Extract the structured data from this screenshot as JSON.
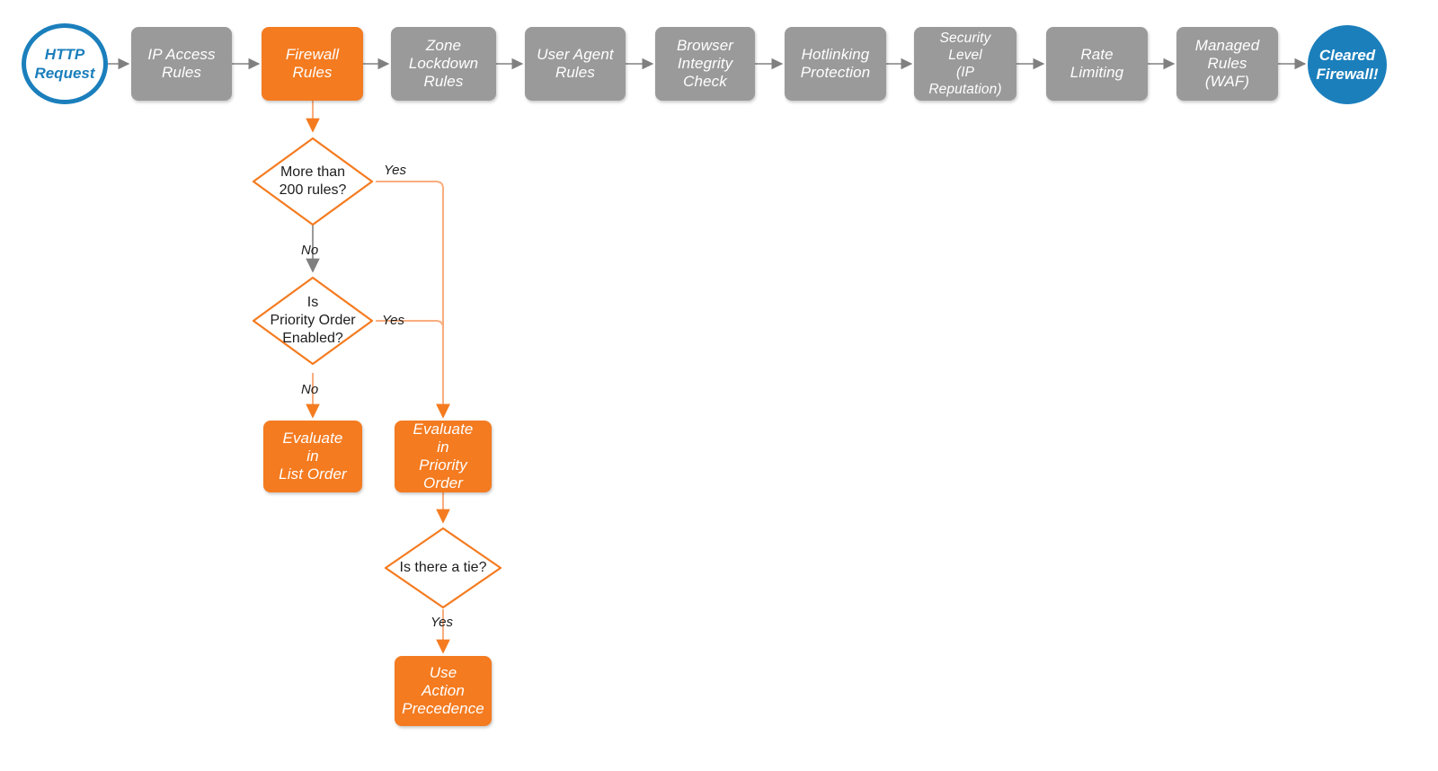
{
  "diagram": {
    "title": "Cloudflare firewall request evaluation order",
    "colors": {
      "orange": "#f47b20",
      "orange_light": "#f9ad7e",
      "gray": "#9a9a9a",
      "gray_edge": "#808080",
      "blue": "#1b7fbc",
      "text_dark": "#1d1d1d",
      "text_light": "#ffffff",
      "background": "#ffffff"
    },
    "pipeline": [
      {
        "id": "http-request",
        "type": "terminator-start",
        "label": "HTTP\nRequest",
        "style": "blue-outline"
      },
      {
        "id": "ip-access-rules",
        "type": "process",
        "label": "IP Access\nRules",
        "style": "gray"
      },
      {
        "id": "firewall-rules",
        "type": "process",
        "label": "Firewall\nRules",
        "style": "orange"
      },
      {
        "id": "zone-lockdown-rules",
        "type": "process",
        "label": "Zone\nLockdown\nRules",
        "style": "gray"
      },
      {
        "id": "user-agent-rules",
        "type": "process",
        "label": "User Agent\nRules",
        "style": "gray"
      },
      {
        "id": "browser-integrity",
        "type": "process",
        "label": "Browser\nIntegrity\nCheck",
        "style": "gray"
      },
      {
        "id": "hotlinking",
        "type": "process",
        "label": "Hotlinking\nProtection",
        "style": "gray"
      },
      {
        "id": "security-level",
        "type": "process",
        "label": "Security\nLevel\n(IP Reputation)",
        "style": "gray"
      },
      {
        "id": "rate-limiting",
        "type": "process",
        "label": "Rate\nLimiting",
        "style": "gray"
      },
      {
        "id": "managed-rules",
        "type": "process",
        "label": "Managed\nRules\n(WAF)",
        "style": "gray"
      },
      {
        "id": "cleared-firewall",
        "type": "terminator-end",
        "label": "Cleared\nFirewall!",
        "style": "blue-filled"
      }
    ],
    "branch": {
      "decisions": [
        {
          "id": "more-than-200-rules",
          "label": "More than\n200 rules?"
        },
        {
          "id": "priority-order-enabled",
          "label": "Is\nPriority Order\nEnabled?"
        },
        {
          "id": "is-there-a-tie",
          "label": "Is there a tie?"
        }
      ],
      "outcomes": [
        {
          "id": "evaluate-list-order",
          "label": "Evaluate\nin\nList Order"
        },
        {
          "id": "evaluate-priority-order",
          "label": "Evaluate\nin\nPriority Order"
        },
        {
          "id": "use-action-precedence",
          "label": "Use\nAction\nPrecedence"
        }
      ],
      "edge_labels": {
        "more_than_200_yes": "Yes",
        "more_than_200_no": "No",
        "priority_order_yes": "Yes",
        "priority_order_no": "No",
        "tie_yes": "Yes"
      }
    }
  }
}
